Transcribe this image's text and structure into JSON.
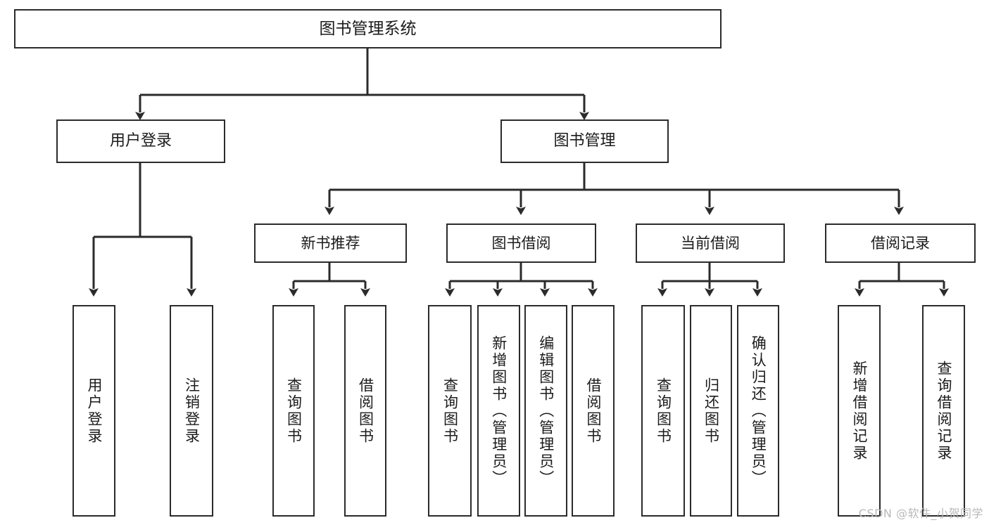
{
  "diagram": {
    "title": "图书管理系统",
    "type": "tree-hierarchy",
    "root": {
      "id": "root",
      "label": "图书管理系统"
    },
    "level1": [
      {
        "id": "user-login",
        "label": "用户登录"
      },
      {
        "id": "book-manage",
        "label": "图书管理"
      }
    ],
    "level2": [
      {
        "id": "new-book-rec",
        "label": "新书推荐",
        "parent": "book-manage"
      },
      {
        "id": "book-borrow",
        "label": "图书借阅",
        "parent": "book-manage"
      },
      {
        "id": "current-borrow",
        "label": "当前借阅",
        "parent": "book-manage"
      },
      {
        "id": "borrow-record",
        "label": "借阅记录",
        "parent": "book-manage"
      }
    ],
    "leaves": [
      {
        "id": "leaf-user-login",
        "label": "用户登录",
        "parent": "user-login"
      },
      {
        "id": "leaf-logout",
        "label": "注销登录",
        "parent": "user-login"
      },
      {
        "id": "leaf-query-book-1",
        "label": "查询图书",
        "parent": "new-book-rec"
      },
      {
        "id": "leaf-borrow-book-1",
        "label": "借阅图书",
        "parent": "new-book-rec"
      },
      {
        "id": "leaf-query-book-2",
        "label": "查询图书",
        "parent": "book-borrow"
      },
      {
        "id": "leaf-add-book",
        "label": "新增图书（管理员）",
        "parent": "book-borrow"
      },
      {
        "id": "leaf-edit-book",
        "label": "编辑图书（管理员）",
        "parent": "book-borrow"
      },
      {
        "id": "leaf-borrow-book-2",
        "label": "借阅图书",
        "parent": "book-borrow"
      },
      {
        "id": "leaf-query-book-3",
        "label": "查询图书",
        "parent": "current-borrow"
      },
      {
        "id": "leaf-return-book",
        "label": "归还图书",
        "parent": "current-borrow"
      },
      {
        "id": "leaf-confirm-return",
        "label": "确认归还（管理员）",
        "parent": "current-borrow"
      },
      {
        "id": "leaf-add-record",
        "label": "新增借阅记录",
        "parent": "borrow-record"
      },
      {
        "id": "leaf-query-record",
        "label": "查询借阅记录",
        "parent": "borrow-record"
      }
    ]
  },
  "watermark": {
    "text": "CSDN @软件_小贺同学"
  },
  "colors": {
    "stroke": "#2b2b2b",
    "fill": "#ffffff",
    "text": "#1b1b1b",
    "watermark": "#b9b9b9"
  }
}
